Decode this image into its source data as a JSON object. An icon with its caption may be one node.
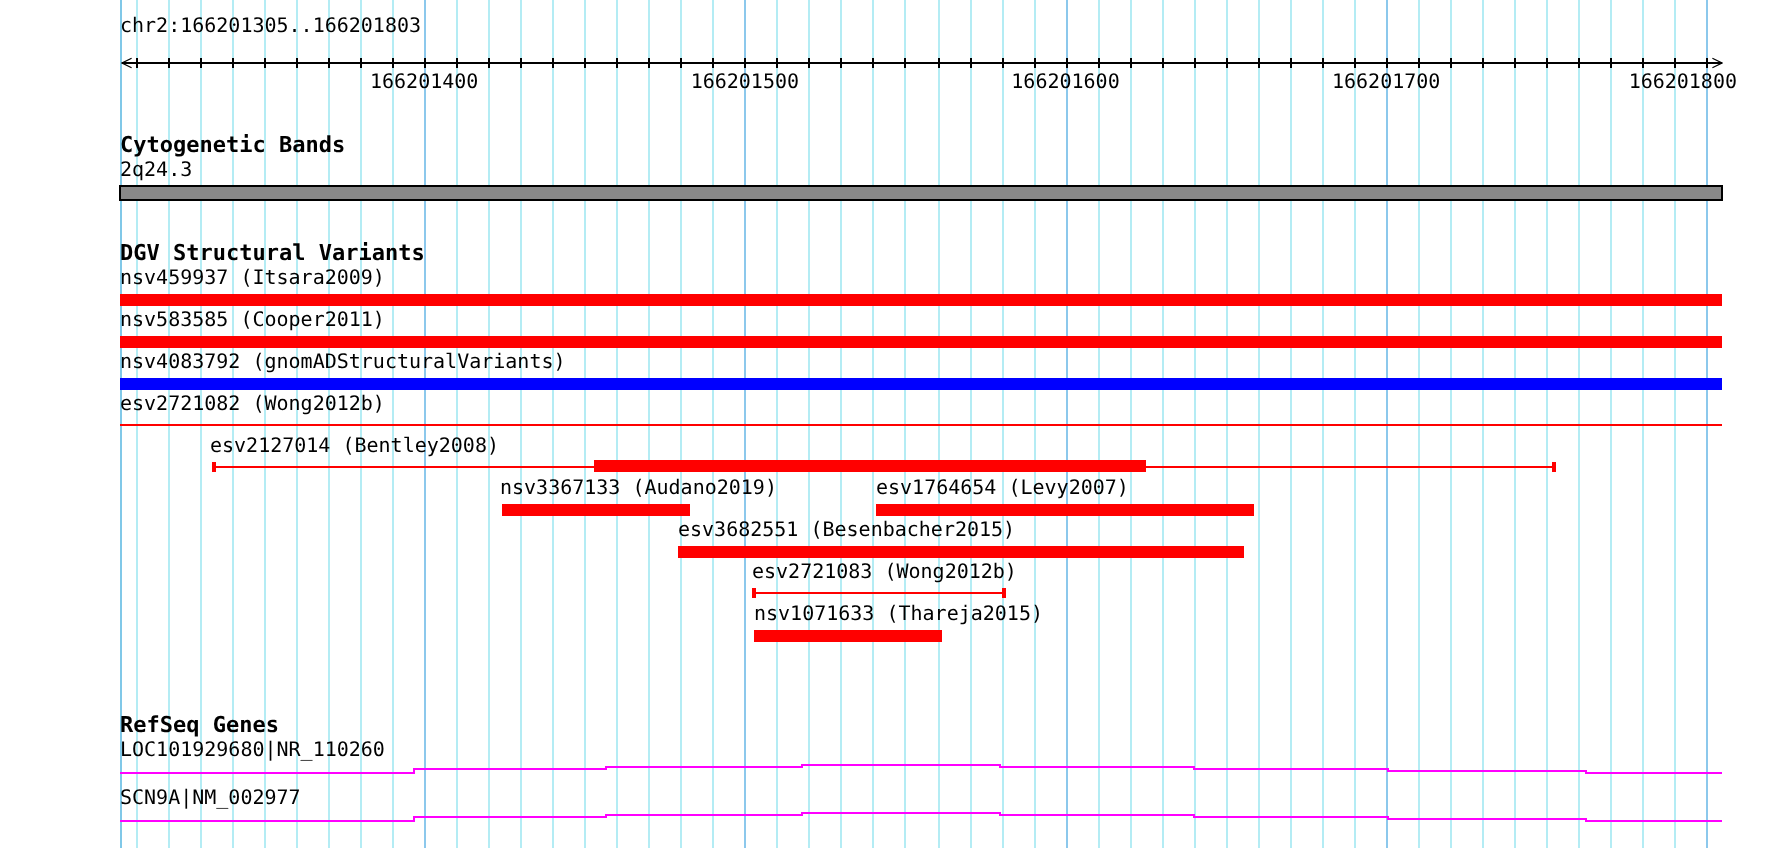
{
  "diagram": {
    "labels": [
      "chr2:166201305..166201803",
      "166201400",
      "166201500",
      "166201600",
      "166201700",
      "166201800",
      "Cytogenetic Bands",
      "2q24.3",
      "DGV Structural Variants",
      "nsv459937 (Itsara2009)",
      "nsv583585 (Cooper2011)",
      "nsv4083792 (gnomADStructuralVariants)",
      "esv2721082 (Wong2012b)",
      "esv2127014 (Bentley2008)",
      "nsv3367133 (Audano2019)",
      "esv1764654 (Levy2007)",
      "esv3682551 (Besenbacher2015)",
      "esv2721083 (Wong2012b)",
      "nsv1071633 (Thareja2015)",
      "RefSeq Genes",
      "LOC101929680|NR_110260",
      "SCN9A|NM_002977"
    ]
  }
}
